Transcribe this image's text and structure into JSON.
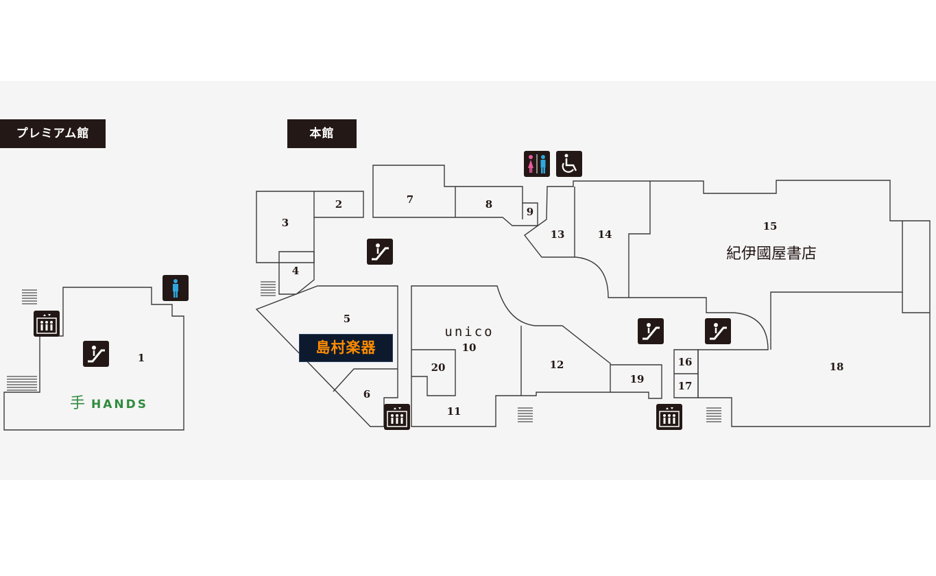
{
  "buildings": {
    "premium": "プレミアム館",
    "main": "本館"
  },
  "units": [
    {
      "id": "u1",
      "label": "1"
    },
    {
      "id": "u2",
      "label": "2"
    },
    {
      "id": "u3",
      "label": "3"
    },
    {
      "id": "u4",
      "label": "4"
    },
    {
      "id": "u5",
      "label": "5"
    },
    {
      "id": "u6",
      "label": "6"
    },
    {
      "id": "u7",
      "label": "7"
    },
    {
      "id": "u8",
      "label": "8"
    },
    {
      "id": "u9",
      "label": "9"
    },
    {
      "id": "u10",
      "label": "10"
    },
    {
      "id": "u11",
      "label": "11"
    },
    {
      "id": "u12",
      "label": "12"
    },
    {
      "id": "u13",
      "label": "13"
    },
    {
      "id": "u14",
      "label": "14"
    },
    {
      "id": "u15",
      "label": "15"
    },
    {
      "id": "u16",
      "label": "16"
    },
    {
      "id": "u17",
      "label": "17"
    },
    {
      "id": "u18",
      "label": "18"
    },
    {
      "id": "u19",
      "label": "19"
    },
    {
      "id": "u20",
      "label": "20"
    }
  ],
  "tenants": {
    "shimamura": "島村楽器",
    "unico": "unico",
    "kinokuniya": "紀伊國屋書店",
    "hands": "HANDS",
    "hands_mark": "手"
  },
  "icons": {
    "restroom": "restroom-icon",
    "accessible": "wheelchair-icon",
    "escalator": "escalator-icon",
    "elevator": "elevator-icon",
    "stairs": "stairs-icon",
    "mens_room": "mens-restroom-icon"
  },
  "colors": {
    "wall": "#3a3a3a",
    "icon_bg": "#231815",
    "background": "#f5f5f5",
    "hands_green": "#2e8b3e",
    "shimamura_orange": "#ff8c00",
    "women_pink": "#e85a9a",
    "men_blue": "#2ea7e0"
  }
}
